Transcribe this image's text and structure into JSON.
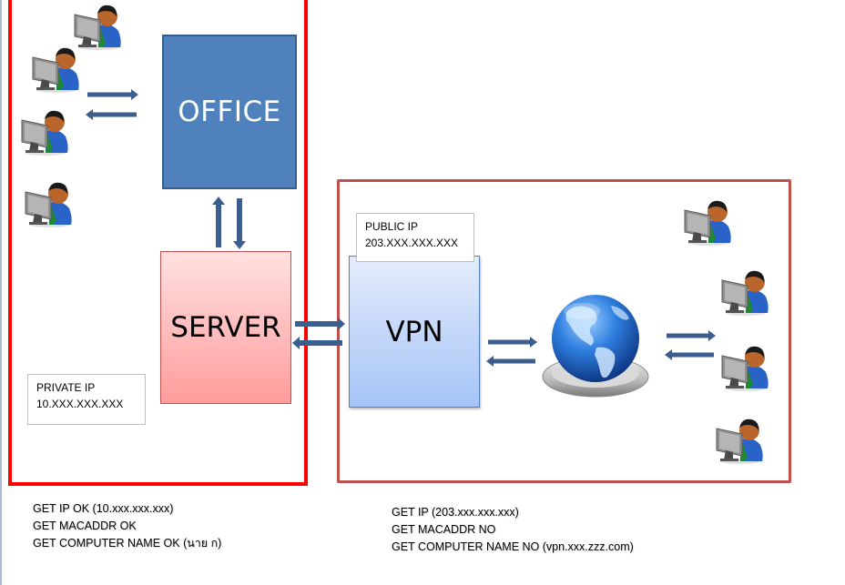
{
  "nodes": {
    "office": "OFFICE",
    "server": "SERVER",
    "vpn": "VPN"
  },
  "ip_labels": {
    "public": {
      "title": "PUBLIC IP",
      "value": "203.XXX.XXX.XXX"
    },
    "private": {
      "title": "PRIVATE IP",
      "value": "10.XXX.XXX.XXX"
    }
  },
  "notes": {
    "office": [
      "GET IP OK (10.xxx.xxx.xxx)",
      "GET MACADDR OK",
      "GET COMPUTER NAME OK (นาย ก)"
    ],
    "remote": [
      "GET IP (203.xxx.xxx.xxx)",
      "GET MACADDR NO",
      "GET COMPUTER NAME NO (vpn.xxx.zzz.com)"
    ]
  },
  "colors": {
    "office_zone_border": "#ff0000",
    "remote_zone_border": "#c0504d",
    "office_fill": "#4f81bd",
    "arrow": "#3b5e8f"
  }
}
